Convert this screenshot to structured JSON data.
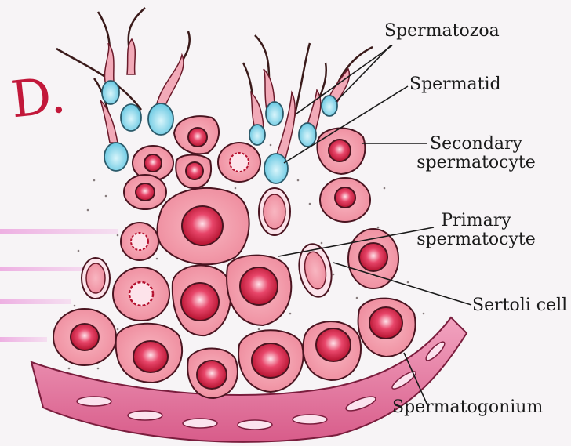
{
  "margin_note": "D.",
  "labels": {
    "spermatozoa": "Spermatozoa",
    "spermatid": "Spermatid",
    "secondary_line1": "Secondary",
    "secondary_line2": "spermatocyte",
    "primary_line1": "Primary",
    "primary_line2": "spermatocyte",
    "sertoli": "Sertoli cell",
    "spermatogonium": "Spermatogonium"
  },
  "colors": {
    "cell_fill": "#f3a0ad",
    "cell_edge": "#5a1620",
    "nucleus": "#d8234a",
    "sperm_head": "#7fd3ea",
    "base": "#e57aa0",
    "margin_ink": "#c2183a"
  }
}
